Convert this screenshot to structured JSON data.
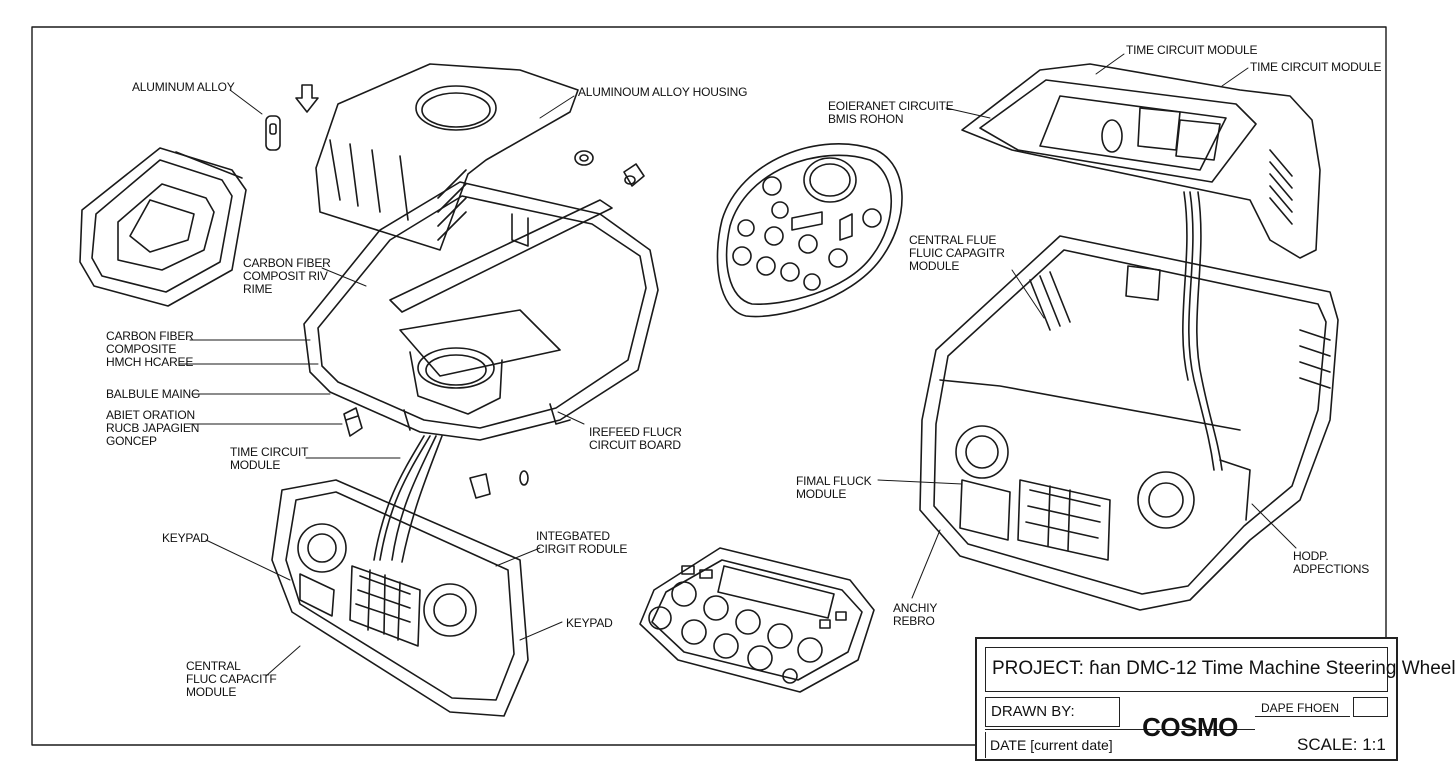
{
  "labels": {
    "aluminium_alloy": "ALUMINUM ALLOY",
    "aluminium_alloy_housing": "ALUMINOUM ALLOY HOUSING",
    "carbon_fiber_rime": "CARBON FIBER\nCOMPOSIT RIV\nRIME",
    "carbon_fiber_composite": "CARBON FIBER\nCOMPOSITE\nHMCH HCAREE",
    "balbule_maing": "BALBULE MAING",
    "abiet_oration": "ABIET ORATION\nRUCB JAPAGIEN\nGONCEP",
    "time_circuit_module_left": "TIME CIRCUIT\nMODULE",
    "keypad_left": "KEYPAD",
    "central_fluc_capacitf": "CENTRAL\nFLUC CAPACITF\nMODULE",
    "irefeed_flucr": "IREFEED FLUCR\nCIRCUIT BOARD",
    "integbated_cirgit": "INTEGBATED\nCIRGIT RODULE",
    "keypad_mid": "KEYPAD",
    "eoieranet_circuite": "EOIERANET CIRCUITE\nBMIS ROHON",
    "time_circuit_module_top": "TIME CIRCUIT MODULE",
    "time_circuit_module_top2": "TIME CIRCUIT MODULE",
    "central_flue": "CENTRAL FLUE\nFLUIC CAPAGITR\nMODULE",
    "fimal_fluck": "FIMAL FLUCK\nMODULE",
    "anchiy_rebro": "ANCHIY\nREBRO",
    "hodp_adpections": "HODP.\nADPECTIONS"
  },
  "title_block": {
    "project": "PROJECT: ɦan DMC-12 Time Machine Steering Wheel",
    "drawn_by": "DRAWN BY:",
    "date": "DATE [current date]",
    "logo": "COSMO",
    "sheet": "DAPE FHOEN",
    "scale": "SCALE: 1:1"
  }
}
